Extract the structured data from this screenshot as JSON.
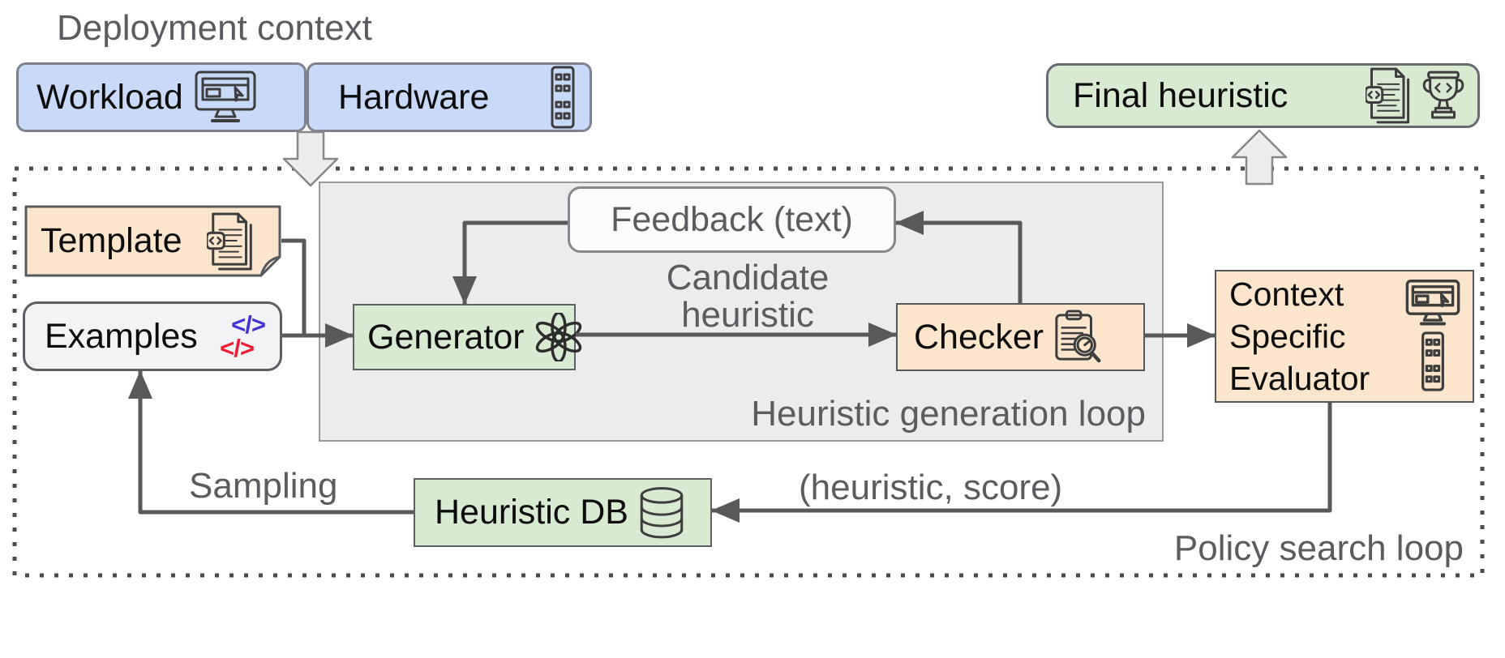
{
  "figure": {
    "type": "system-architecture-diagram"
  },
  "colors": {
    "box_blue": "#c9daf8",
    "box_green": "#d9ead3",
    "box_orange": "#fce5cd",
    "generation_loop_bg": "#ececec",
    "feedback_bg": "#fcfcfc",
    "examples_bg": "#f2f3f4",
    "connector_line": "#58595b",
    "annotation_text": "#5a5c60",
    "code_tag_blue": "#4333d4",
    "code_tag_red": "#ee1d36"
  },
  "labels": {
    "deployment_context": "Deployment context",
    "workload": "Workload",
    "hardware": "Hardware",
    "final_heuristic": "Final heuristic",
    "template": "Template",
    "examples": "Examples",
    "code_tag": "</>",
    "generator": "Generator",
    "feedback": "Feedback (text)",
    "candidate_heuristic_line1": "Candidate",
    "candidate_heuristic_line2": "heuristic",
    "checker": "Checker",
    "evaluator_line1": "Context",
    "evaluator_line2": "Specific",
    "evaluator_line3": "Evaluator",
    "generation_loop_caption": "Heuristic generation loop",
    "heuristic_db": "Heuristic DB",
    "sampling": "Sampling",
    "heuristic_score": "(heuristic, score)",
    "policy_search_caption": "Policy search loop"
  }
}
